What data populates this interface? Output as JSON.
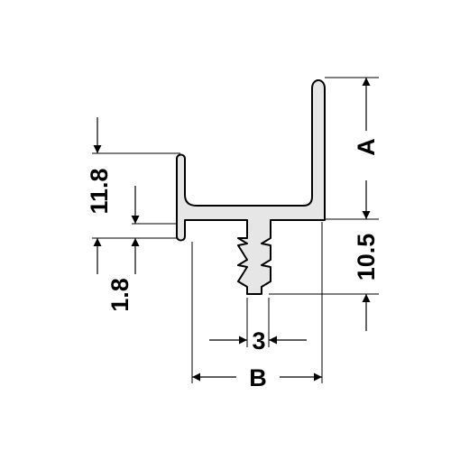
{
  "dimensions": {
    "a": "A",
    "b": "B",
    "height_10_5": "10.5",
    "height_11_8": "11.8",
    "height_1_8": "1.8",
    "width_3": "3"
  },
  "colors": {
    "profile_fill": "#e6e6e6",
    "stroke": "#000000",
    "background": "#ffffff"
  }
}
